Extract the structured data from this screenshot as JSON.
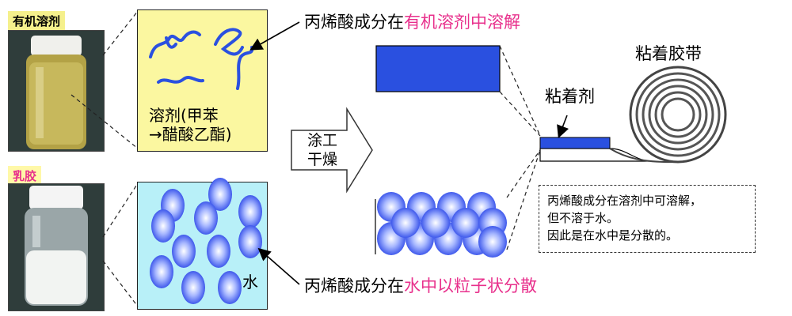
{
  "labels": {
    "organic_solvent_tag": "有机溶剂",
    "latex_tag": "乳胶",
    "solvent_box": [
      "溶剂(甲苯",
      "→醋酸乙酯)"
    ],
    "water_label": "水",
    "coating_arrow": [
      "涂工",
      "干燥"
    ],
    "adhesive_label": "粘着剂",
    "tape_label": "粘着胶带"
  },
  "captions": {
    "top": {
      "prefix": "丙烯酸成分在",
      "highlight": "有机溶剂中溶解"
    },
    "bottom": {
      "prefix": "丙烯酸成分在",
      "highlight": "水中以粒子状分散"
    }
  },
  "note": [
    "丙烯酸成分在溶剂中可溶解，",
    " 但不溶于水。",
    "因此是在水中是分散的。"
  ],
  "colors": {
    "tag_yellow": "#f5f08c",
    "tag_pink_text": "#e8308c",
    "solvent_box": "#fbf7a0",
    "water_box": "#b8f0f8",
    "polymer": "#2a50e0",
    "particle": "#3a5cf0"
  }
}
